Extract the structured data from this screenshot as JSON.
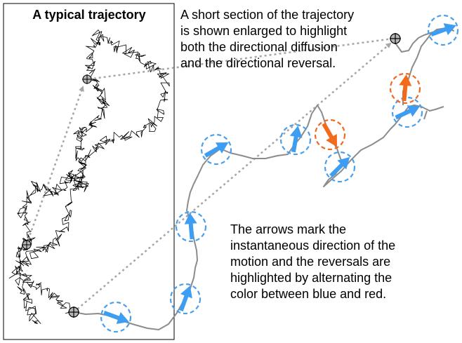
{
  "panel_title": "A typical trajectory",
  "caption_top": [
    "A short section of the trajectory",
    "is shown enlarged to highlight",
    "both the directional diffusion",
    "and the directional reversal."
  ],
  "caption_bottom": [
    "The arrows mark the",
    "instantaneous direction of the",
    "motion and the reversals are",
    "highlighted by alternating the",
    "color between blue and red."
  ],
  "colors": {
    "forward_arrow": "#3d9df2",
    "reversal_arrow": "#f26a1b",
    "forward_circle": "#4a9fea",
    "reversal_circle": "#ee6a22",
    "enlarged_path": "#8c8c8c",
    "connector": "#a6a6a6",
    "trajectory": "#000000"
  },
  "direction_markers": [
    {
      "kind": "forward"
    },
    {
      "kind": "forward"
    },
    {
      "kind": "forward"
    },
    {
      "kind": "forward"
    },
    {
      "kind": "forward"
    },
    {
      "kind": "reversal"
    },
    {
      "kind": "forward"
    },
    {
      "kind": "forward"
    },
    {
      "kind": "reversal"
    },
    {
      "kind": "forward"
    }
  ],
  "icons": [
    "crosshair-start-icon",
    "crosshair-end-icon"
  ]
}
